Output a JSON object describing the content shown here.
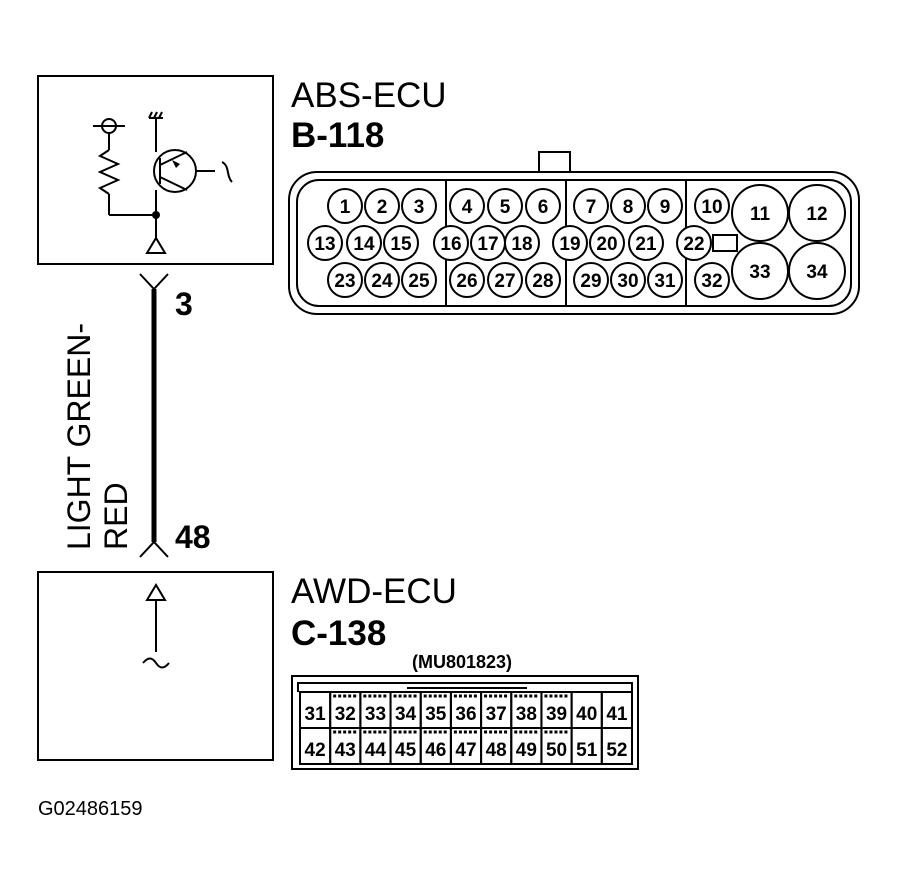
{
  "abs": {
    "title": "ABS-ECU",
    "connector": "B-118",
    "terminal": "3",
    "pins": [
      "1",
      "2",
      "3",
      "4",
      "5",
      "6",
      "7",
      "8",
      "9",
      "10",
      "11",
      "12",
      "13",
      "14",
      "15",
      "16",
      "17",
      "18",
      "19",
      "20",
      "21",
      "22",
      "23",
      "24",
      "25",
      "26",
      "27",
      "28",
      "29",
      "30",
      "31",
      "32",
      "33",
      "34"
    ]
  },
  "wire": {
    "color_line1": "LIGHT GREEN-",
    "color_line2": "RED"
  },
  "awd": {
    "title": "AWD-ECU",
    "connector": "C-138",
    "terminal": "48",
    "part_number": "(MU801823)",
    "pins_row1": [
      "31",
      "32",
      "33",
      "34",
      "35",
      "36",
      "37",
      "38",
      "39",
      "40",
      "41"
    ],
    "pins_row2": [
      "42",
      "43",
      "44",
      "45",
      "46",
      "47",
      "48",
      "49",
      "50",
      "51",
      "52"
    ]
  },
  "figure_id": "G02486159"
}
